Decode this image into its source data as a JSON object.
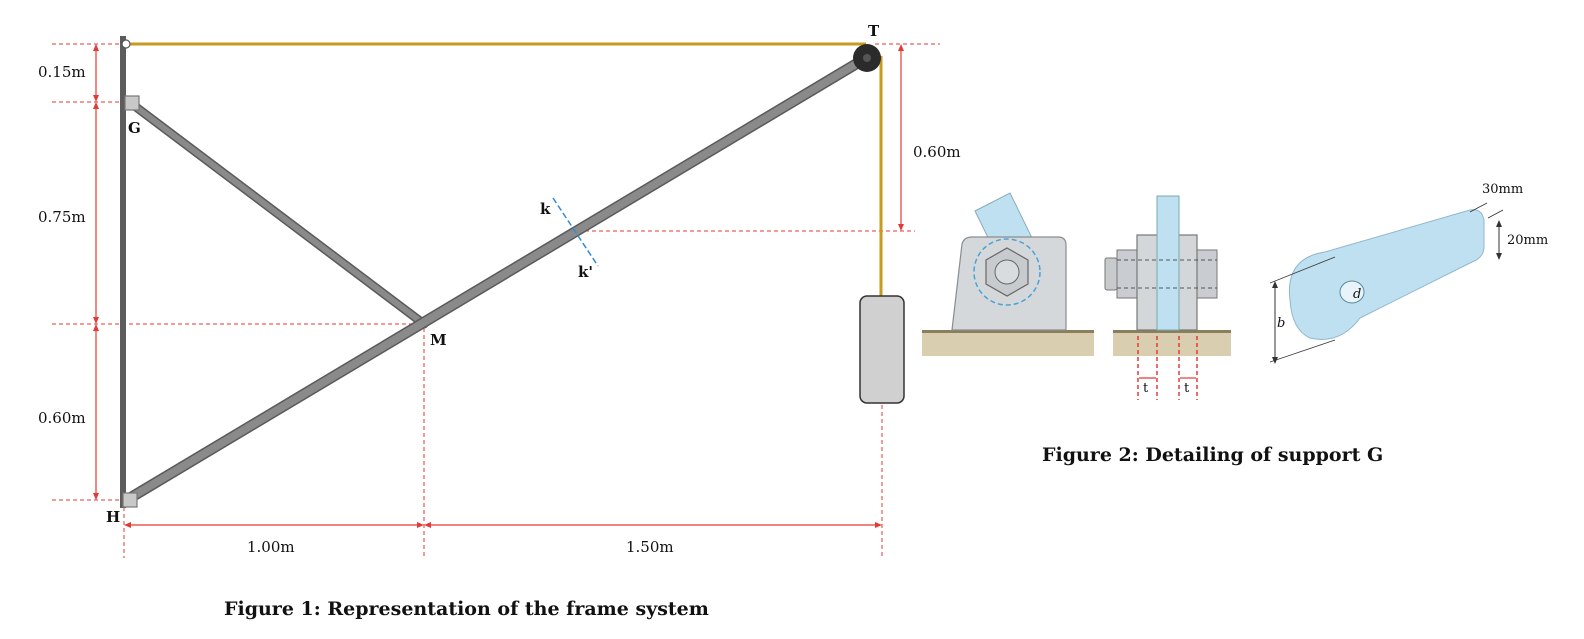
{
  "figure1": {
    "caption": "Figure 1: Representation of the frame system",
    "points": {
      "T": "T",
      "G": "G",
      "H": "H",
      "M": "M",
      "k": "k",
      "k_prime": "k'"
    },
    "dims": {
      "d015": "0.15m",
      "d075": "0.75m",
      "d060_left": "0.60m",
      "d060_right": "0.60m",
      "d100": "1.00m",
      "d150": "1.50m"
    }
  },
  "figure2": {
    "caption": "Figure 2: Detailing of support G",
    "labels": {
      "d30": "30mm",
      "d20": "20mm",
      "t1": "t",
      "t2": "t",
      "b": "b",
      "d": "d"
    }
  },
  "colors": {
    "cable": "#c89a1e",
    "member": "#7a7a7a",
    "dimension": "#e53935",
    "section": "#2f8ad8",
    "part": "#bfe0f0"
  }
}
